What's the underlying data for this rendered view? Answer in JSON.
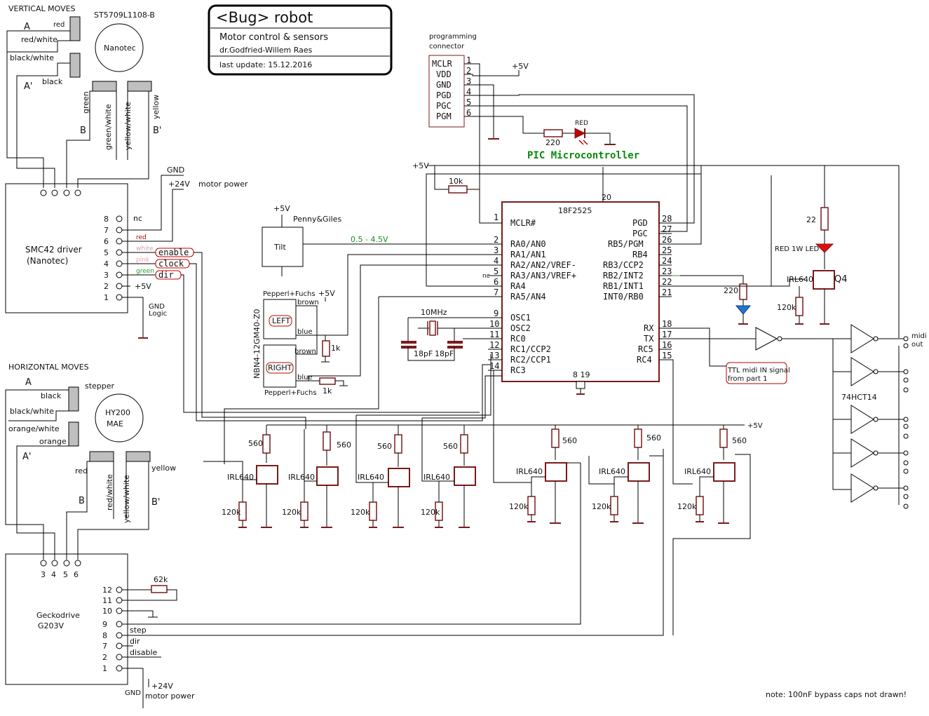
{
  "title_block": {
    "title": "<Bug> robot",
    "subtitle": "Motor control & sensors",
    "author": "dr.Godfried-Willem Raes",
    "last_update": "last update:  15.12.2016"
  },
  "vertical": {
    "heading": "VERTICAL MOVES",
    "motor_model": "ST5709L1108-B",
    "motor_brand": "Nanotec",
    "coil_A": "A",
    "coil_A_prime": "A'",
    "coil_B": "B",
    "coil_B_prime": "B'",
    "wires": [
      "red",
      "red/white",
      "black/white",
      "black",
      "green",
      "green/white",
      "yellow/white",
      "yellow"
    ],
    "driver_name": "SMC42 driver",
    "driver_brand": "(Nanotec)",
    "driver_pins": [
      "8",
      "7",
      "6",
      "5",
      "4",
      "3",
      "2",
      "1"
    ],
    "pin_labels": {
      "nc": "nc",
      "gnd": "GND",
      "plus24": "+24V",
      "motor_power": "motor power",
      "plus5": "+5V",
      "gnd_logic1": "GND",
      "gnd_logic2": "Logic"
    },
    "wire_colors": [
      "red",
      "white",
      "pink",
      "green"
    ],
    "signals": [
      "enable",
      "clock",
      "dir"
    ]
  },
  "horizontal": {
    "heading": "HORIZONTAL MOVES",
    "stepper_label": "stepper",
    "motor_model": "HY200",
    "motor_brand": "MAE",
    "coil_A": "A",
    "coil_A_prime": "A'",
    "coil_B": "B",
    "coil_B_prime": "B'",
    "wires": [
      "black",
      "black/white",
      "orange/white",
      "orange",
      "red",
      "red/white",
      "yellow/white",
      "yellow"
    ],
    "driver_name": "Geckodrive",
    "driver_model": "G203V",
    "driver_top_pins": [
      "3",
      "4",
      "5",
      "6"
    ],
    "driver_pins": [
      "12",
      "11",
      "10",
      "9",
      "8",
      "7",
      "2",
      "1"
    ],
    "resistor": "62k",
    "signals": [
      "step",
      "dir",
      "disable"
    ],
    "gnd": "GND",
    "plus24": "+24V",
    "motor_power": "motor power"
  },
  "programming": {
    "label1": "programming",
    "label2": "connector",
    "pins": [
      "MCLR",
      "VDD",
      "GND",
      "PGD",
      "PGC",
      "PGM"
    ],
    "numbers": [
      "1",
      "2",
      "3",
      "4",
      "5",
      "6"
    ],
    "plus5": "+5V",
    "resistor": "220",
    "led": "RED"
  },
  "pic": {
    "heading": "PIC Microcontroller",
    "part": "18F2525",
    "pin20": "20",
    "bottom_pins": "8  19",
    "left_pins": [
      {
        "n": "1",
        "name": "MCLR#"
      },
      {
        "n": "2",
        "name": "RA0/AN0"
      },
      {
        "n": "3",
        "name": "RA1/AN1"
      },
      {
        "n": "4",
        "name": "RA2/AN2/VREF-"
      },
      {
        "n": "5",
        "name": "RA3/AN3/VREF+"
      },
      {
        "n": "6",
        "name": "RA4"
      },
      {
        "n": "7",
        "name": "RA5/AN4"
      },
      {
        "n": "9",
        "name": "OSC1"
      },
      {
        "n": "10",
        "name": "OSC2"
      },
      {
        "n": "11",
        "name": "RC0"
      },
      {
        "n": "12",
        "name": "RC1/CCP2"
      },
      {
        "n": "13",
        "name": "RC2/CCP1"
      },
      {
        "n": "14",
        "name": "RC3"
      }
    ],
    "right_pins": [
      {
        "n": "28",
        "name": "PGD"
      },
      {
        "n": "27",
        "name": "PGC"
      },
      {
        "n": "26",
        "name": "RB5/PGM"
      },
      {
        "n": "25",
        "name": "RB4"
      },
      {
        "n": "24",
        "name": "RB3/CCP2"
      },
      {
        "n": "23",
        "name": "RB2/INT2"
      },
      {
        "n": "22",
        "name": "RB1/INT1"
      },
      {
        "n": "21",
        "name": "INT0/RB0"
      },
      {
        "n": "18",
        "name": "RX"
      },
      {
        "n": "17",
        "name": "TX"
      },
      {
        "n": "16",
        "name": "RC5"
      },
      {
        "n": "15",
        "name": "RC4"
      }
    ],
    "nc": "nc",
    "pullup": "10k",
    "plus5": "+5V"
  },
  "sensors": {
    "plus5": "+5V",
    "tilt_brand": "Penny&Giles",
    "tilt": "Tilt",
    "range": "0.5 - 4.5V",
    "pf_top": "Pepperl+Fuchs",
    "pf_bottom": "Pepperl+Fuchs",
    "pf_part": "NBN4-12GM40-Z0",
    "left": "LEFT",
    "right": "RIGHT",
    "brown": "brown",
    "blue": "blue",
    "r1k": "1k",
    "plus5b": "+5V"
  },
  "crystal": {
    "freq": "10MHz",
    "cap1": "18pF",
    "cap2": "18pF"
  },
  "midi": {
    "ttl_note1": "TTL midi IN signal",
    "ttl_note2": "from part 1",
    "chip": "74HCT14",
    "out1": "midi",
    "out2": "out"
  },
  "led_driver": {
    "r22": "22",
    "led": "RED 1W LED",
    "fet": "IRL640",
    "q": "Q4",
    "r120k": "120k",
    "r220": "220"
  },
  "drivers": {
    "r560": "560",
    "fet": "IRL640",
    "r120k": "120k",
    "plus5": "+5V"
  },
  "note": "note: 100nF bypass caps not drawn!"
}
